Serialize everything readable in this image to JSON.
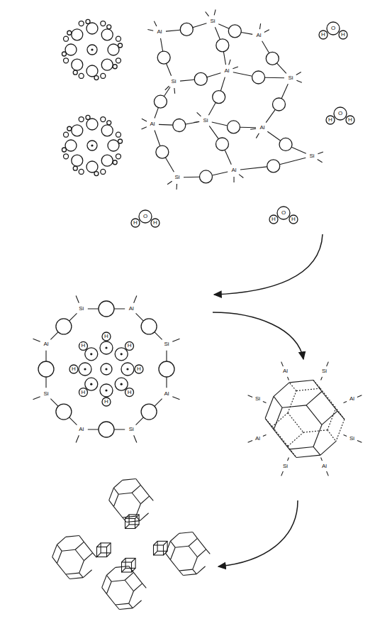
{
  "diagram": {
    "labels": [
      "Al",
      "Si",
      "Al",
      "Si",
      "Al",
      "Si",
      "Al",
      "Si",
      "Al",
      "Si",
      "Al",
      "Si",
      "O",
      "H",
      "H",
      "O",
      "H",
      "H",
      "O",
      "H",
      "H",
      "O",
      "H",
      "H",
      "H",
      "H",
      "H",
      "H",
      "H",
      "H",
      "H",
      "H",
      "Al",
      "Si",
      "Al",
      "Si",
      "Al",
      "Si",
      "Al",
      "Si",
      "Si",
      "Al",
      "Si",
      "Al",
      "Si",
      "Al",
      "Si",
      "Al"
    ]
  }
}
